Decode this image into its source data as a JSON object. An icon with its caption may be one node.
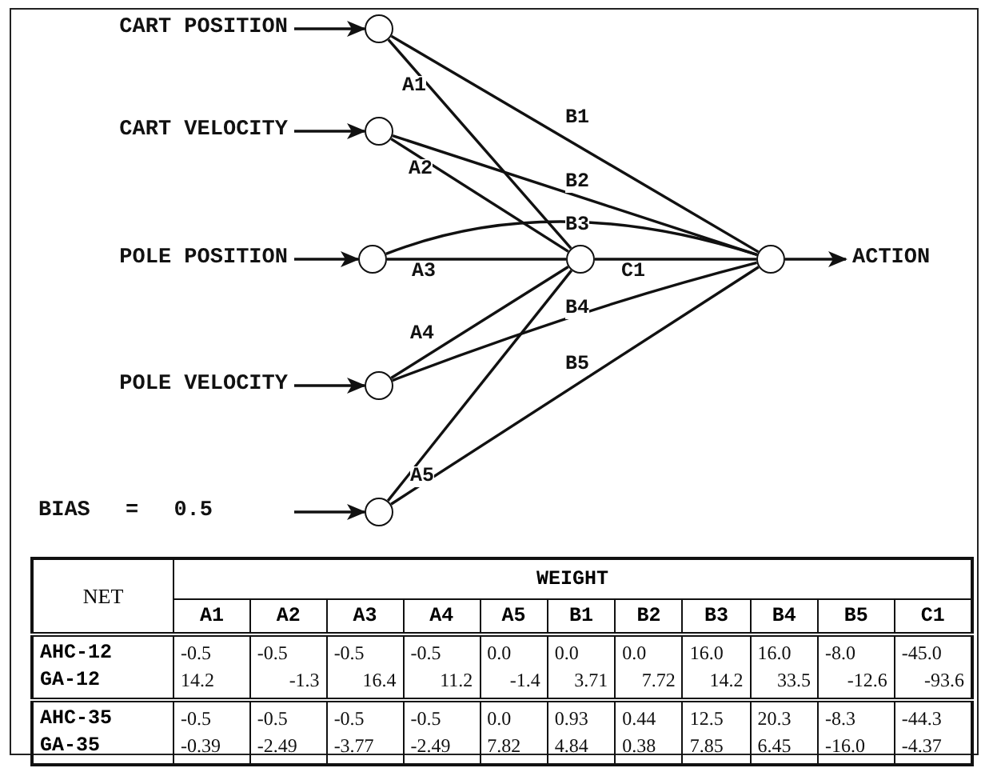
{
  "diagram": {
    "nodes": [
      {
        "text": [
          "CART POSITION"
        ]
      },
      {
        "text": [
          "CART VELOCITY"
        ]
      },
      {
        "text": [
          "POLE POSITION"
        ]
      },
      {
        "text": [
          "POLE VELOCITY"
        ]
      },
      {
        "text": [
          "BIAS = 0.5"
        ]
      },
      {
        "text": [],
        "shape": "circle"
      },
      {
        "text": [],
        "shape": "circle"
      },
      {
        "text": [],
        "shape": "circle"
      },
      {
        "text": [],
        "shape": "circle"
      },
      {
        "text": [],
        "shape": "circle"
      },
      {
        "text": [],
        "shape": "circle"
      },
      {
        "text": [],
        "shape": "circle"
      },
      {
        "text": [
          "ACTION"
        ]
      }
    ],
    "edges": [
      {
        "from": 0,
        "to": 5,
        "arrow": "to"
      },
      {
        "from": 1,
        "to": 6,
        "arrow": "to"
      },
      {
        "from": 2,
        "to": 7,
        "arrow": "to"
      },
      {
        "from": 3,
        "to": 8,
        "arrow": "to"
      },
      {
        "from": 4,
        "to": 9,
        "arrow": "to"
      },
      {
        "from": 5,
        "to": 10,
        "arrow": "none",
        "label": "A1"
      },
      {
        "from": 6,
        "to": 10,
        "arrow": "none",
        "label": "A2"
      },
      {
        "from": 7,
        "to": 10,
        "arrow": "none",
        "label": "A3"
      },
      {
        "from": 8,
        "to": 10,
        "arrow": "none",
        "label": "A4"
      },
      {
        "from": 9,
        "to": 10,
        "arrow": "none",
        "label": "A5"
      },
      {
        "from": 5,
        "to": 11,
        "arrow": "none",
        "label": "B1"
      },
      {
        "from": 6,
        "to": 11,
        "arrow": "none",
        "label": "B2"
      },
      {
        "from": 7,
        "to": 11,
        "arrow": "none",
        "label": "B3"
      },
      {
        "from": 8,
        "to": 11,
        "arrow": "none",
        "label": "B4"
      },
      {
        "from": 9,
        "to": 11,
        "arrow": "none",
        "label": "B5"
      },
      {
        "from": 10,
        "to": 11,
        "arrow": "none",
        "label": "C1"
      },
      {
        "from": 11,
        "to": 12,
        "arrow": "to"
      }
    ],
    "labels": [
      "NET",
      "WEIGHT",
      "A1",
      "A2",
      "A3",
      "A4",
      "A5",
      "B1",
      "B2",
      "B3",
      "B4",
      "B5",
      "C1",
      "AHC-12",
      "GA-12",
      "-0.5",
      "14.2",
      "-0.5",
      "-1.3",
      "-0.5",
      "16.4",
      "-0.5",
      "11.2",
      "0.0",
      "-1.4",
      "0.0",
      "3.71",
      "0.0",
      "7.72",
      "16.0",
      "14.2",
      "16.0",
      "33.5",
      "-8.0",
      "-12.6",
      "-45.0",
      "-93.6",
      "AHC-35",
      "GA-35",
      "-0.5",
      "-0.39",
      "-0.5",
      "-2.49",
      "-0.5",
      "-3.77",
      "-0.5",
      "-2.49",
      "0.0",
      "7.82",
      "0.93",
      "4.84",
      "0.44",
      "0.38",
      "12.5",
      "7.85",
      "20.3",
      "6.45",
      "-8.3",
      "-16.0",
      "-44.3",
      "-4.37"
    ]
  }
}
